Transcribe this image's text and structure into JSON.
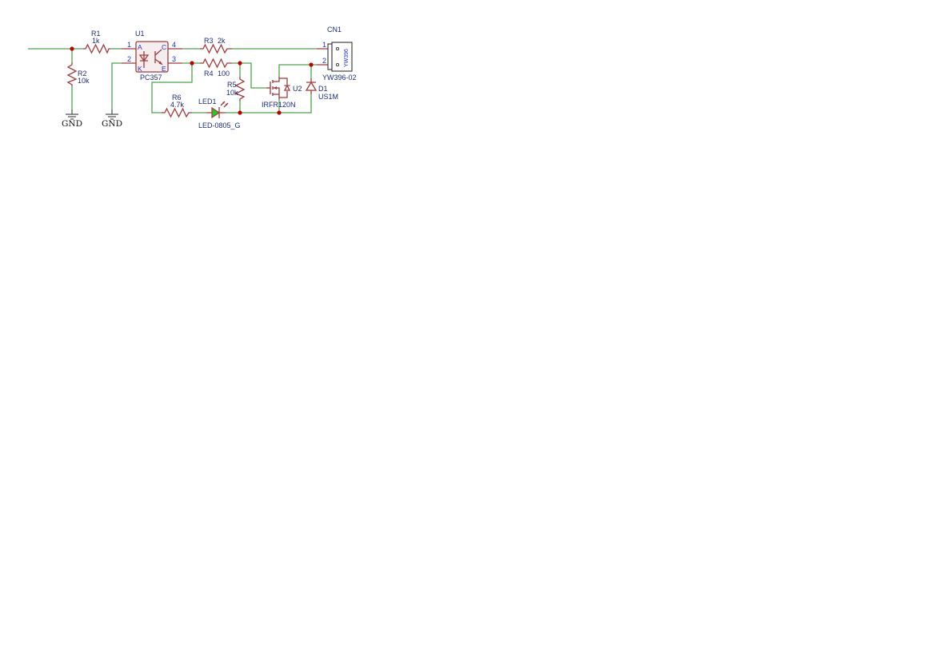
{
  "schematic": {
    "colors": {
      "wire": "#4fa34f",
      "component": "#a23a3a",
      "junction": "#c00000",
      "label": "#1d2b7a",
      "pin_number": "#1a33cc",
      "led_fill": "#22cc22",
      "ground": "#555555"
    },
    "components": {
      "r1": {
        "ref": "R1",
        "value": "1k"
      },
      "r2": {
        "ref": "R2",
        "value": "10k"
      },
      "r3": {
        "ref": "R3",
        "value": "2k"
      },
      "r4": {
        "ref": "R4",
        "value": "100"
      },
      "r5": {
        "ref": "R5",
        "value": "10k"
      },
      "r6": {
        "ref": "R6",
        "value": "4.7k"
      },
      "u1": {
        "ref": "U1",
        "value": "PC357",
        "pins": {
          "p1": "1",
          "p2": "2",
          "p3": "3",
          "p4": "4"
        },
        "pin_names": {
          "a": "A",
          "k": "K",
          "c": "C",
          "e": "E"
        }
      },
      "u2": {
        "ref": "U2",
        "value": "IRFR120N"
      },
      "d1": {
        "ref": "D1",
        "value": "US1M"
      },
      "led1": {
        "ref": "LED1",
        "value": "LED-0805_G"
      },
      "cn1": {
        "ref": "CN1",
        "value": "YW396-02",
        "body_text": "YW396",
        "pins": {
          "p1": "1",
          "p2": "2"
        }
      }
    },
    "power": {
      "gnd1": "GND",
      "gnd2": "GND"
    }
  }
}
